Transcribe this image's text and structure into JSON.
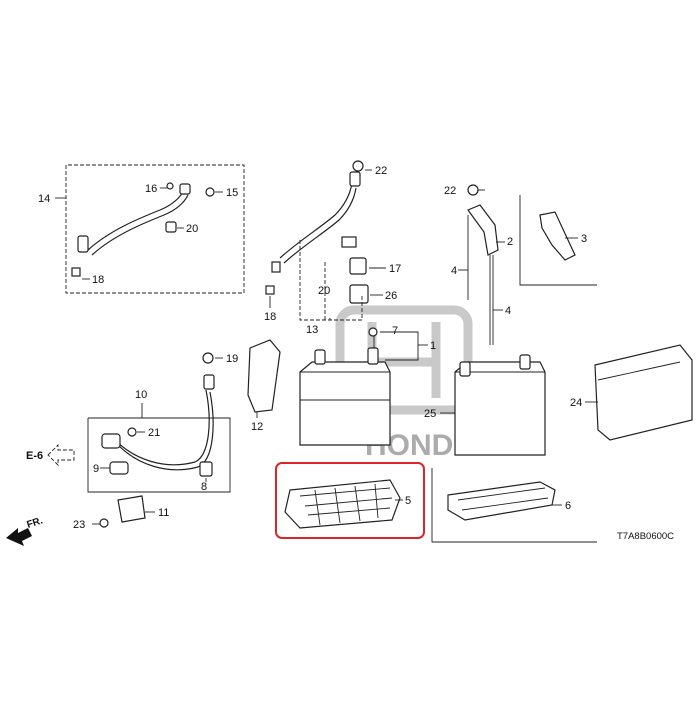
{
  "diagram": {
    "callouts": [
      "1",
      "2",
      "3",
      "4",
      "4",
      "5",
      "6",
      "7",
      "8",
      "9",
      "10",
      "11",
      "12",
      "13",
      "14",
      "15",
      "16",
      "17",
      "18",
      "18",
      "19",
      "20",
      "20",
      "21",
      "22",
      "22",
      "23",
      "24",
      "25",
      "26"
    ],
    "reference": "E-6",
    "direction": "FR.",
    "drawing_code": "T7A8B0600C",
    "watermark": "HONDA",
    "highlight_color": "#d8262c"
  }
}
